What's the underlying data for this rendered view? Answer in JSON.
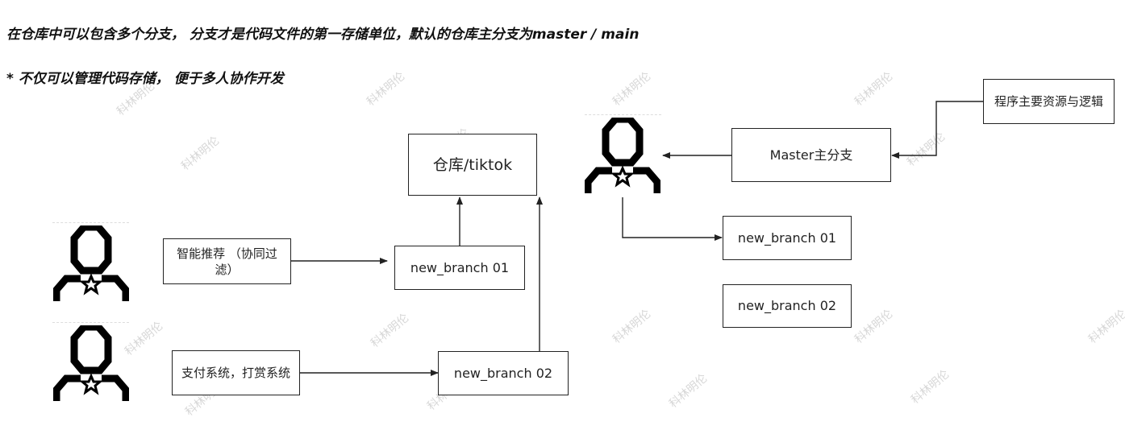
{
  "header": {
    "line1": "在仓库中可以包含多个分支， 分支才是代码文件的第一存储单位，默认的仓库主分支为master / main",
    "line2": "*  不仅可以管理代码存储， 便于多人协作开发"
  },
  "diagram": {
    "repo": "仓库/tiktok",
    "master": "Master主分支",
    "resource_note": "程序主要资源与逻辑",
    "feature_recommend": "智能推荐 （协同过滤）",
    "feature_payment": "支付系统，打赏系统",
    "left_branch_01": "new_branch 01",
    "left_branch_02": "new_branch 02",
    "right_branch_01": "new_branch 01",
    "right_branch_02": "new_branch 02"
  },
  "watermark": "科林明伦",
  "icons": {
    "person": "person-star-icon"
  }
}
